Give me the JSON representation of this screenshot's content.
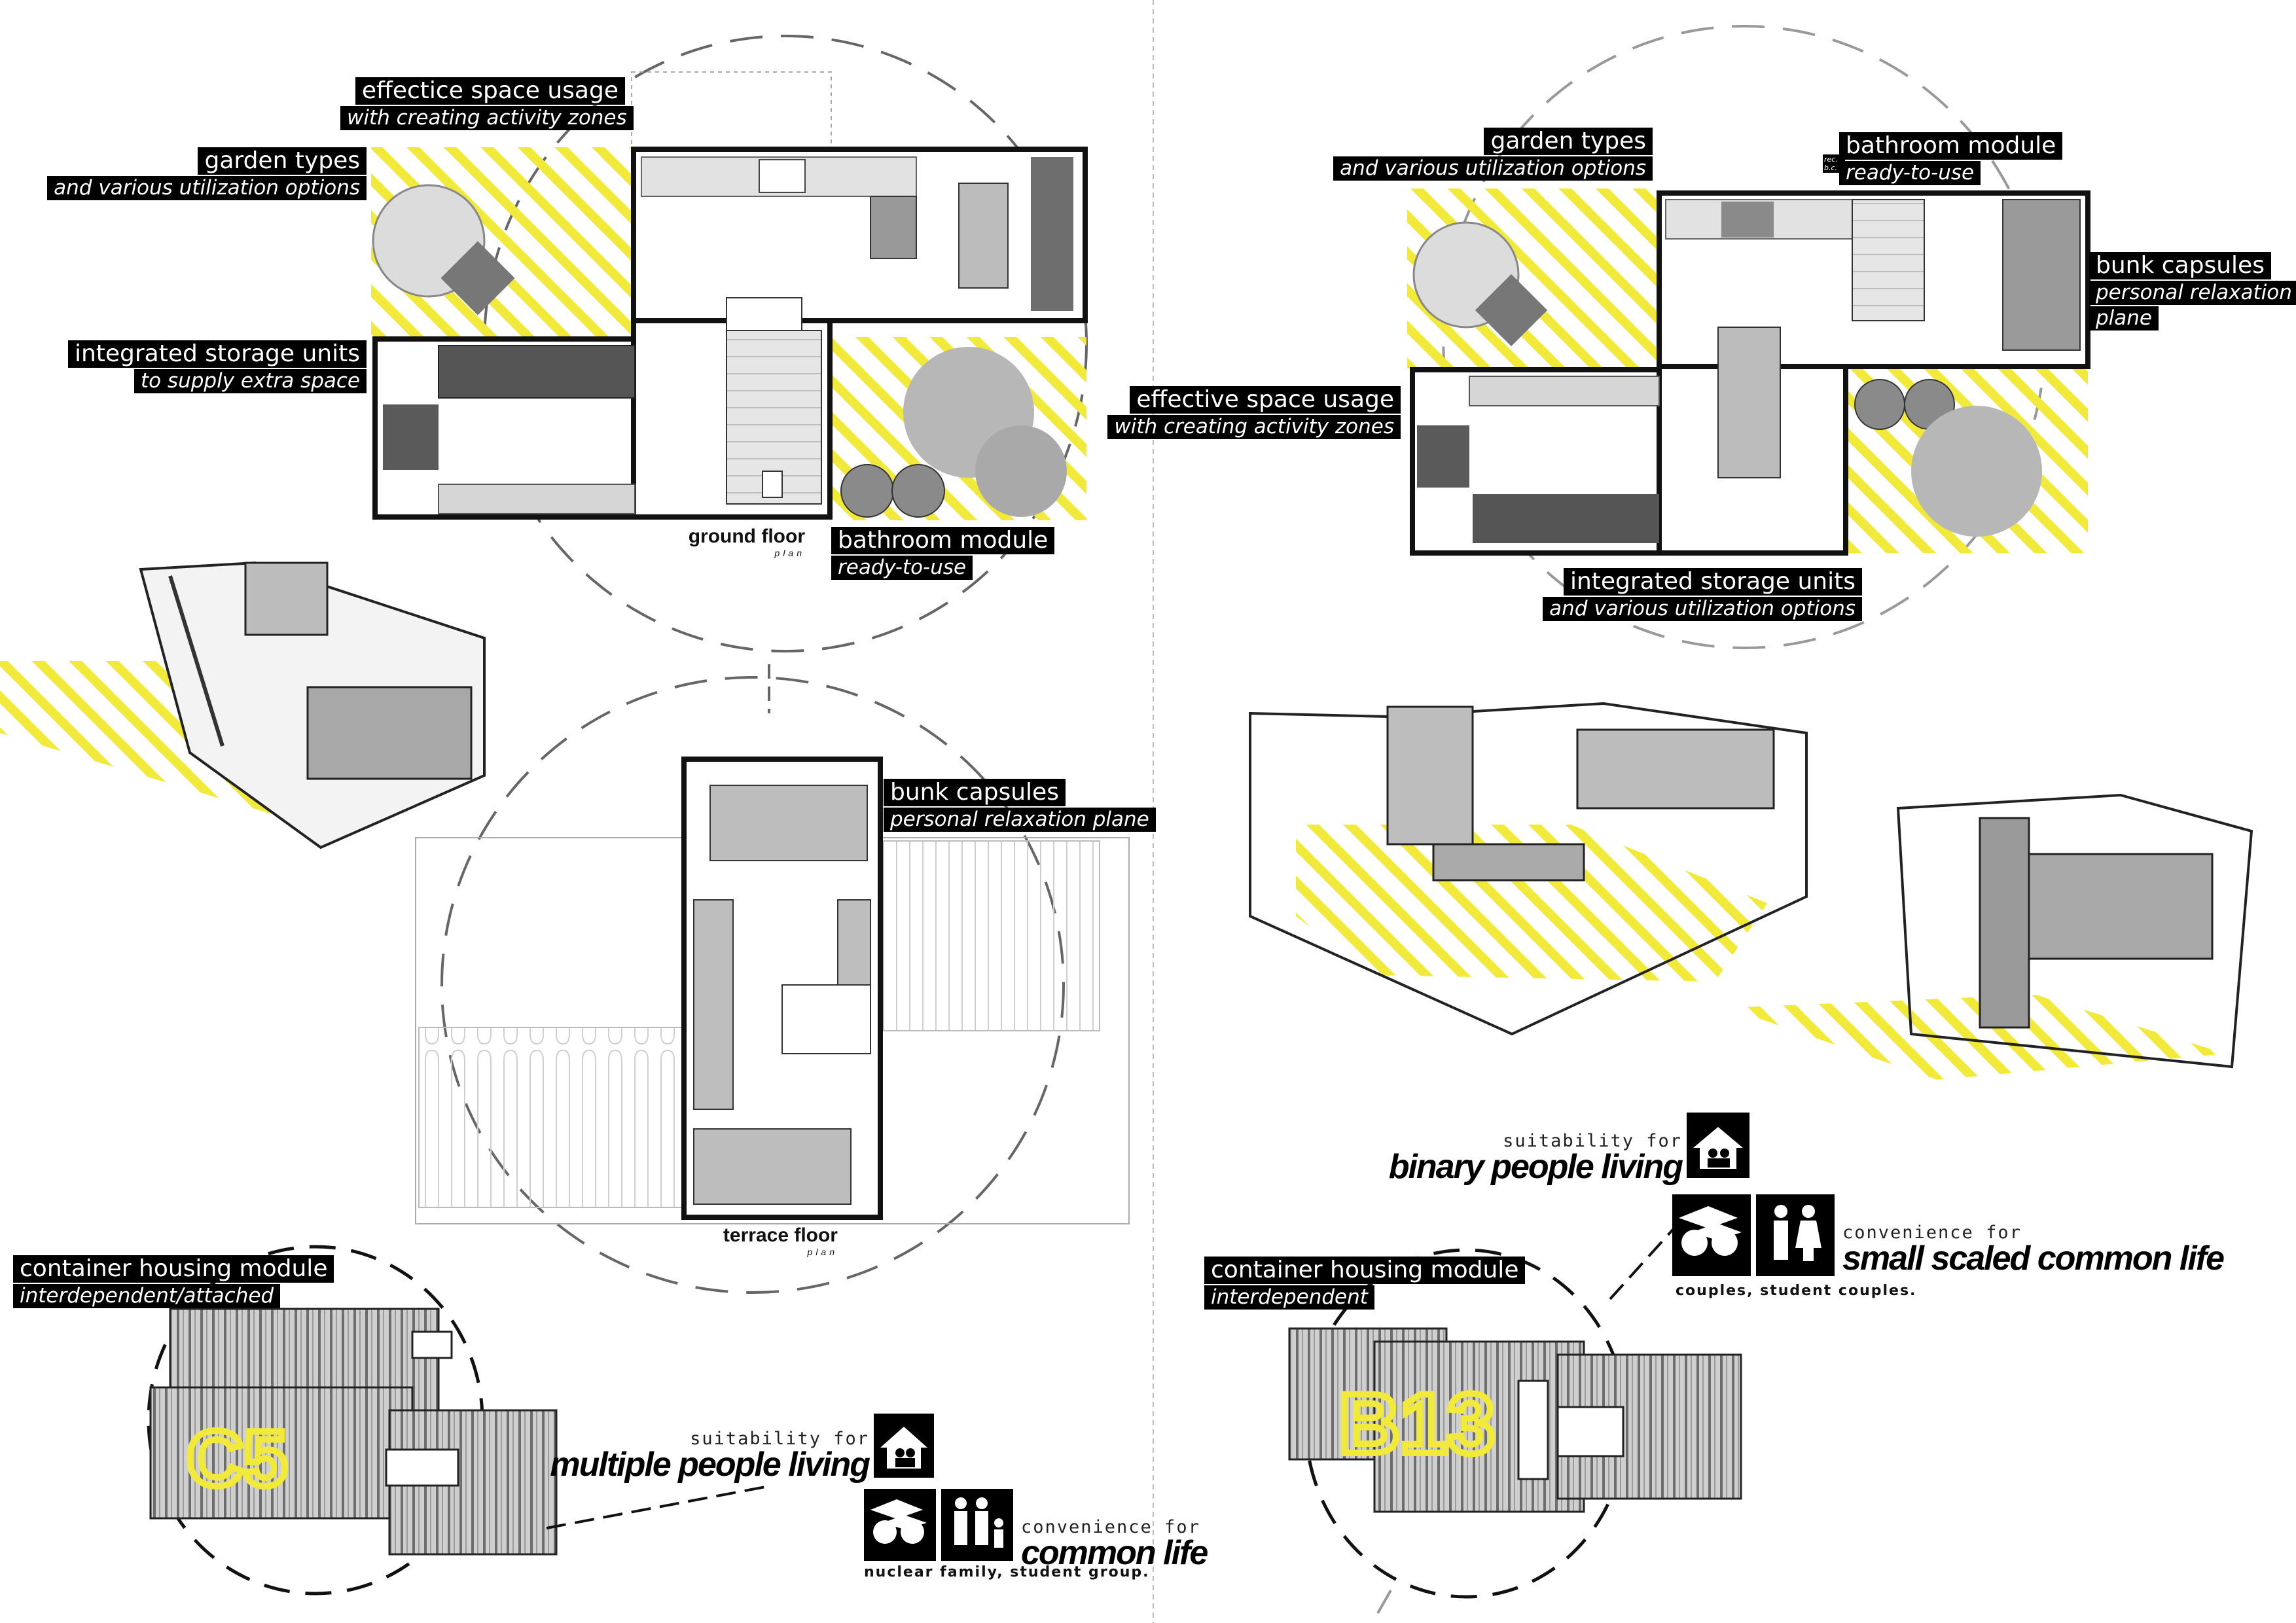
{
  "top_left_labels": {
    "space": {
      "title": "effectice space usage",
      "sub": "with creating activity zones"
    },
    "garden": {
      "title": "garden types",
      "sub": "and various utilization options"
    },
    "storage": {
      "title": "integrated storage units",
      "sub": "to supply extra space"
    },
    "bathroom": {
      "title": "bathroom module",
      "sub": "ready-to-use"
    }
  },
  "ground_floor": {
    "title": "ground floor",
    "sub": "plan"
  },
  "terrace_floor": {
    "title": "terrace floor",
    "sub": "plan"
  },
  "bunk_left": {
    "title": "bunk capsules",
    "sub": "personal relaxation plane"
  },
  "top_right_labels": {
    "garden": {
      "title": "garden types",
      "sub": "and various utilization options"
    },
    "bathroom": {
      "title": "bathroom module",
      "sub": "ready-to-use",
      "tiny": "rec. b.c."
    },
    "bunk": {
      "title": "bunk capsules",
      "sub1": "personal relaxation",
      "sub2": "plane"
    },
    "space": {
      "title": "effective space usage",
      "sub": "with creating activity zones"
    },
    "storage": {
      "title": "integrated storage units",
      "sub": "and various utilization options"
    }
  },
  "left_module": {
    "title": "container housing module",
    "sub": "interdependent/attached",
    "code": "C5",
    "suitability_small": "suitability for",
    "suitability_big": "multiple people living",
    "convenience_small": "convenience for",
    "convenience_big": "common life",
    "note": "nuclear family, student group."
  },
  "right_module": {
    "title": "container housing module",
    "sub": "interdependent",
    "code": "B13",
    "suitability_small": "suitability for",
    "suitability_big": "binary people living",
    "convenience_small": "convenience for",
    "convenience_big": "small scaled common life",
    "note": "couples, student couples."
  },
  "icons": [
    "house-people-icon",
    "graduates-icon",
    "family-icon",
    "couple-icon"
  ],
  "colors": {
    "accent": "#f2ea3b",
    "label_bg": "#000000",
    "label_text": "#ffffff",
    "furniture": "#7a7a7a"
  }
}
